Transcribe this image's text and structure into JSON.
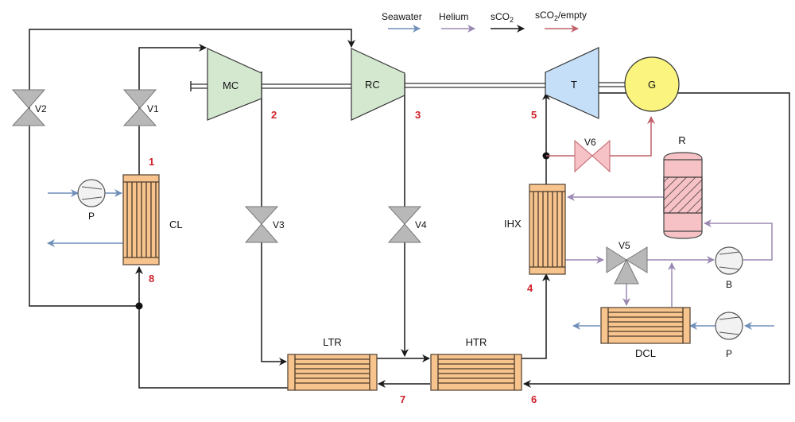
{
  "legend": {
    "items": [
      {
        "label": "Seawater",
        "color": "#6f8fba"
      },
      {
        "label": "Helium",
        "color": "#9a88b2"
      },
      {
        "label": "sCO",
        "sub": "2",
        "color": "#1a1a1a"
      },
      {
        "label": "sCO",
        "sub": "2",
        "suffix": "/empty",
        "color": "#c0606a"
      }
    ]
  },
  "components": {
    "mc": "MC",
    "rc": "RC",
    "t": "T",
    "g": "G",
    "cl": "CL",
    "ltr": "LTR",
    "htr": "HTR",
    "ihx": "IHX",
    "dcl": "DCL",
    "r": "R",
    "b": "B",
    "p1": "P",
    "p2": "P",
    "v1": "V1",
    "v2": "V2",
    "v3": "V3",
    "v4": "V4",
    "v5": "V5",
    "v6": "V6"
  },
  "state_points": [
    "1",
    "2",
    "3",
    "4",
    "5",
    "6",
    "7",
    "8"
  ],
  "colors": {
    "seawater": "#6f8fba",
    "helium": "#9a88b2",
    "sco2": "#1a1a1a",
    "sco2_empty": "#c0606a",
    "state_point": "#d0202a",
    "compressor": "#d4e8d0",
    "turbine": "#c6dff8",
    "generator": "#fbf57f",
    "heat_exchanger": "#f8c48e",
    "reactor": "#f7c2c6"
  }
}
